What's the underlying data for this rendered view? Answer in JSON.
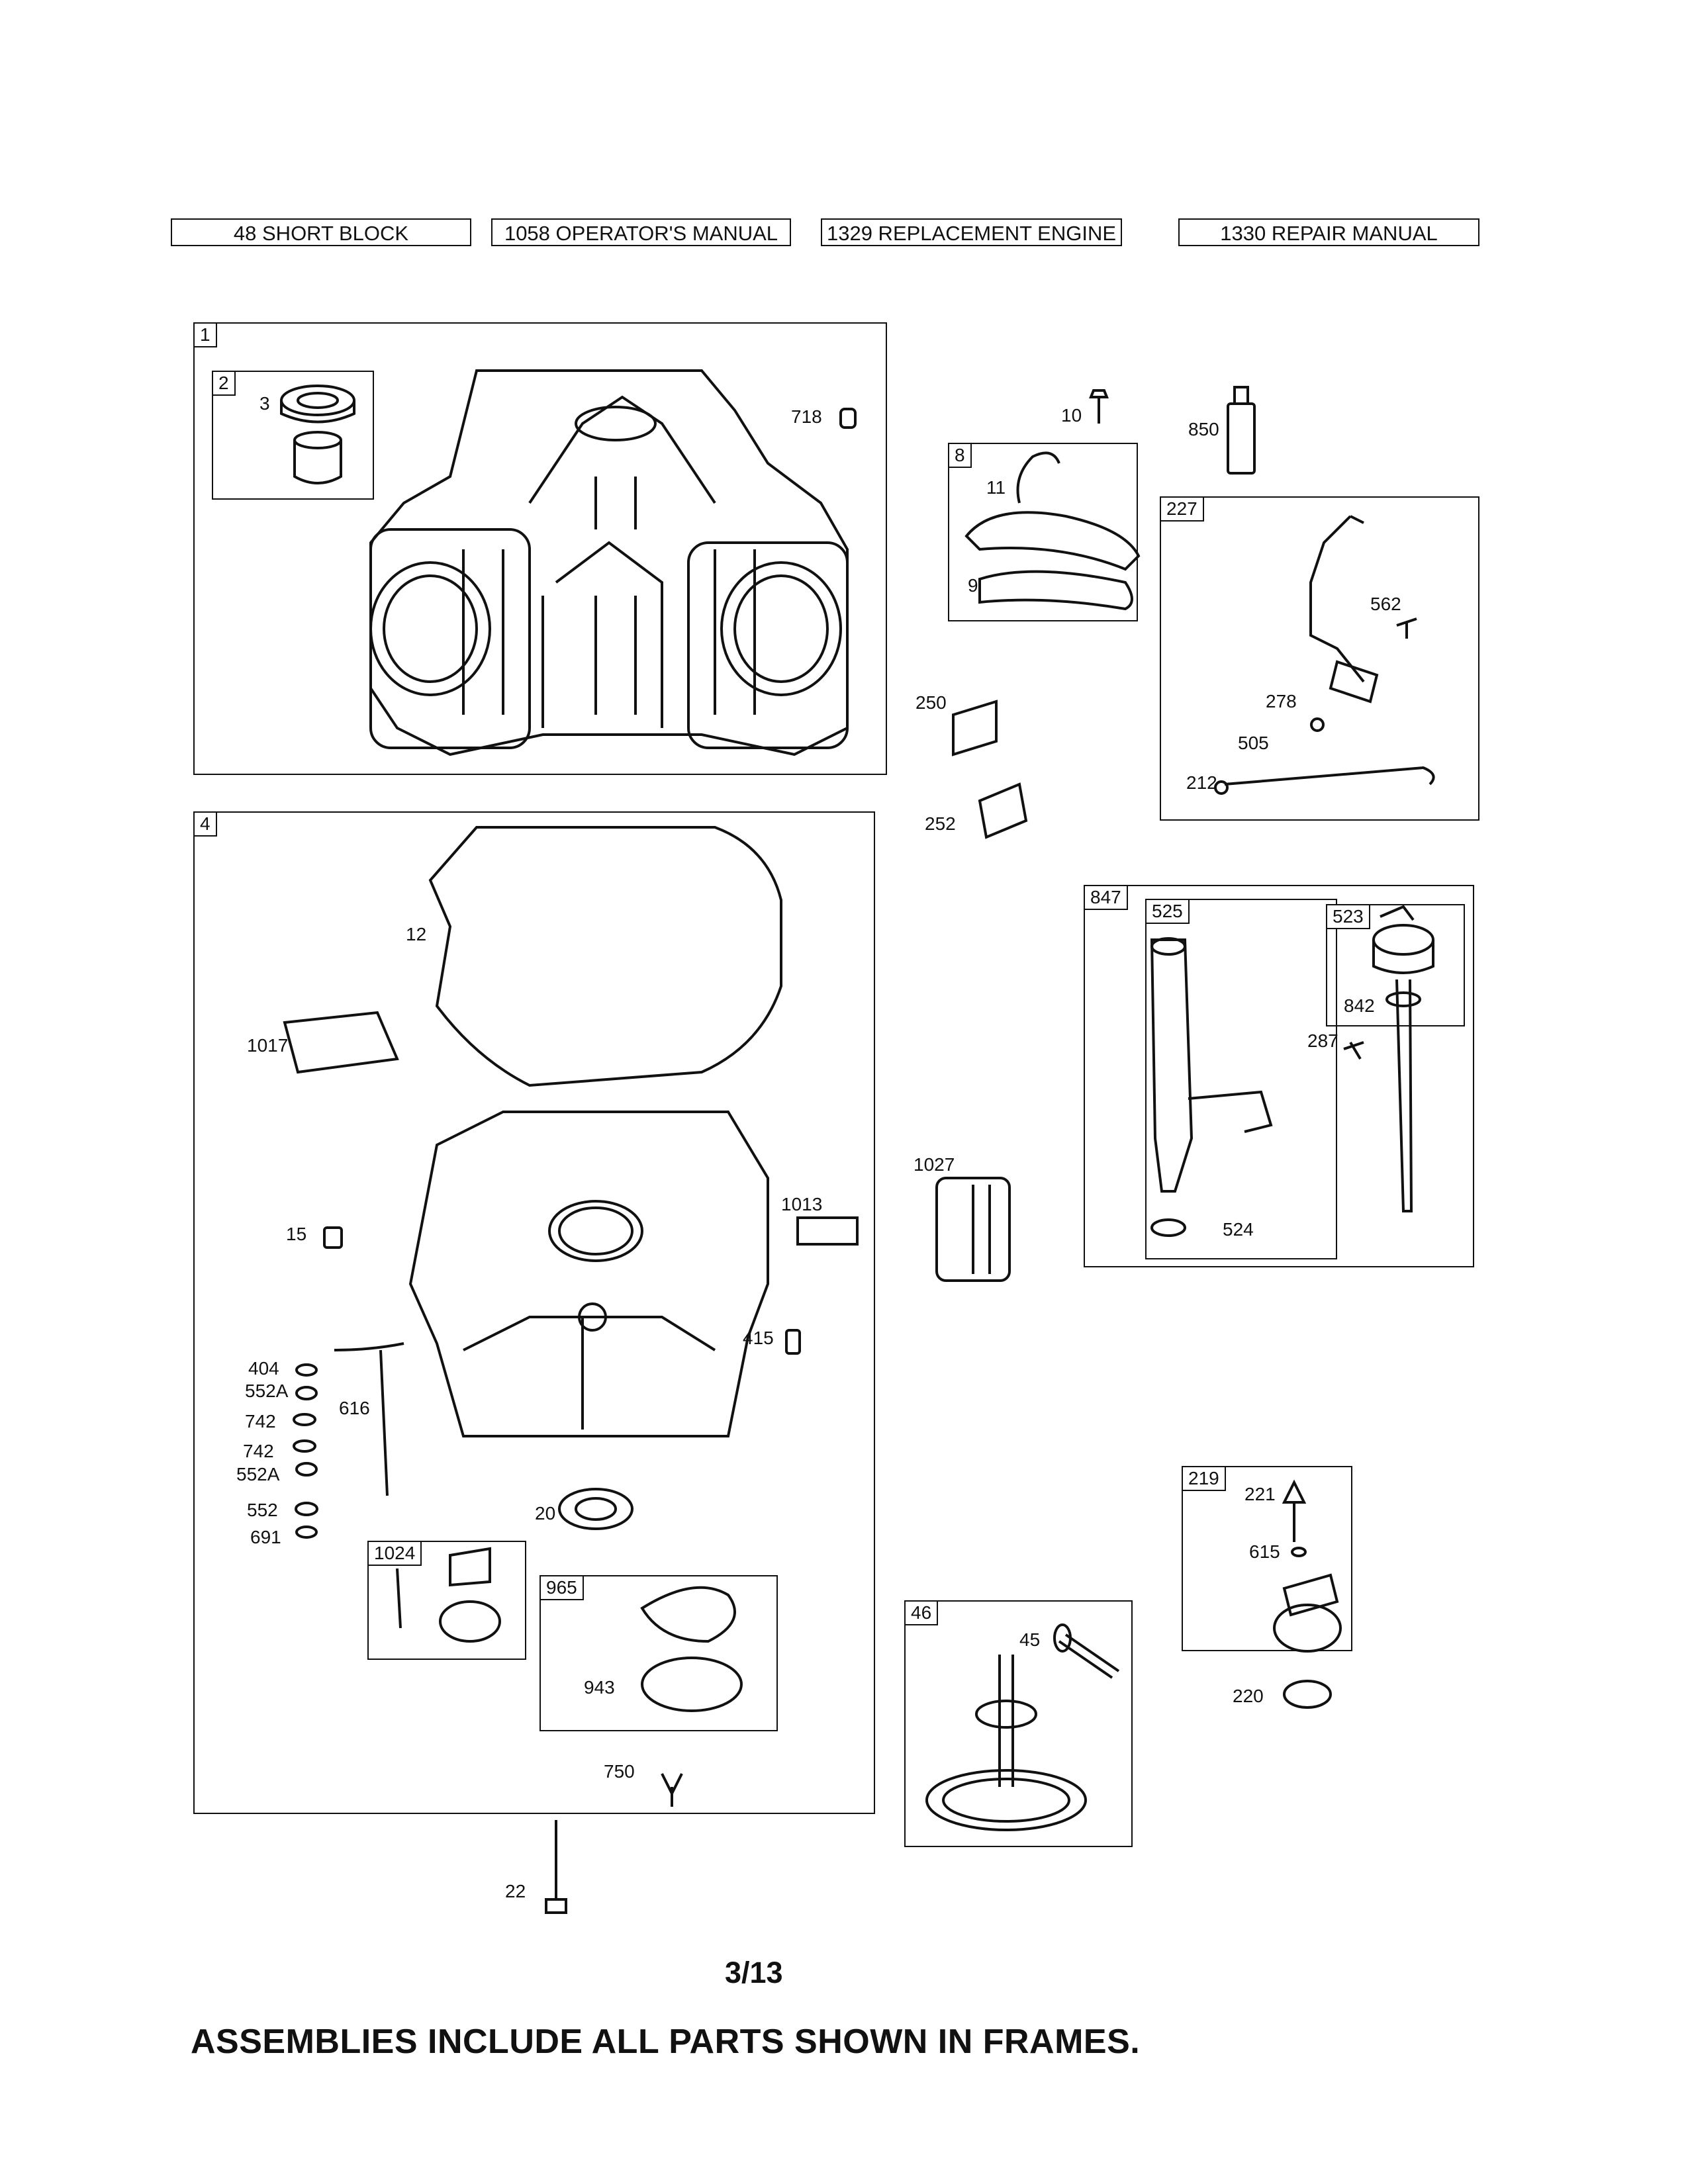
{
  "header": {
    "boxes": [
      "48 SHORT BLOCK",
      "1058 OPERATOR'S MANUAL",
      "1329 REPLACEMENT ENGINE",
      "1330 REPAIR MANUAL"
    ]
  },
  "frames": {
    "f1": "1",
    "f2": "2",
    "f4": "4",
    "f8": "8",
    "f227": "227",
    "f847": "847",
    "f525": "525",
    "f523": "523",
    "f219": "219",
    "f1024": "1024",
    "f965": "965",
    "f46": "46"
  },
  "labels": {
    "p3": "3",
    "p718": "718",
    "p10": "10",
    "p850": "850",
    "p11": "11",
    "p9": "9",
    "p562": "562",
    "p278": "278",
    "p505": "505",
    "p212": "212",
    "p250": "250",
    "p252": "252",
    "p12": "12",
    "p1017": "1017",
    "p15": "15",
    "p1013": "1013",
    "p1027": "1027",
    "p842": "842",
    "p287": "287",
    "p524": "524",
    "p415": "415",
    "p404": "404",
    "p552A_1": "552A",
    "p742_1": "742",
    "p742_2": "742",
    "p552A_2": "552A",
    "p552": "552",
    "p691": "691",
    "p616": "616",
    "p20": "20",
    "p943": "943",
    "p750": "750",
    "p22": "22",
    "p45": "45",
    "p221": "221",
    "p615": "615",
    "p220": "220"
  },
  "page_number": "3/13",
  "footer": "ASSEMBLIES INCLUDE ALL PARTS SHOWN IN FRAMES."
}
